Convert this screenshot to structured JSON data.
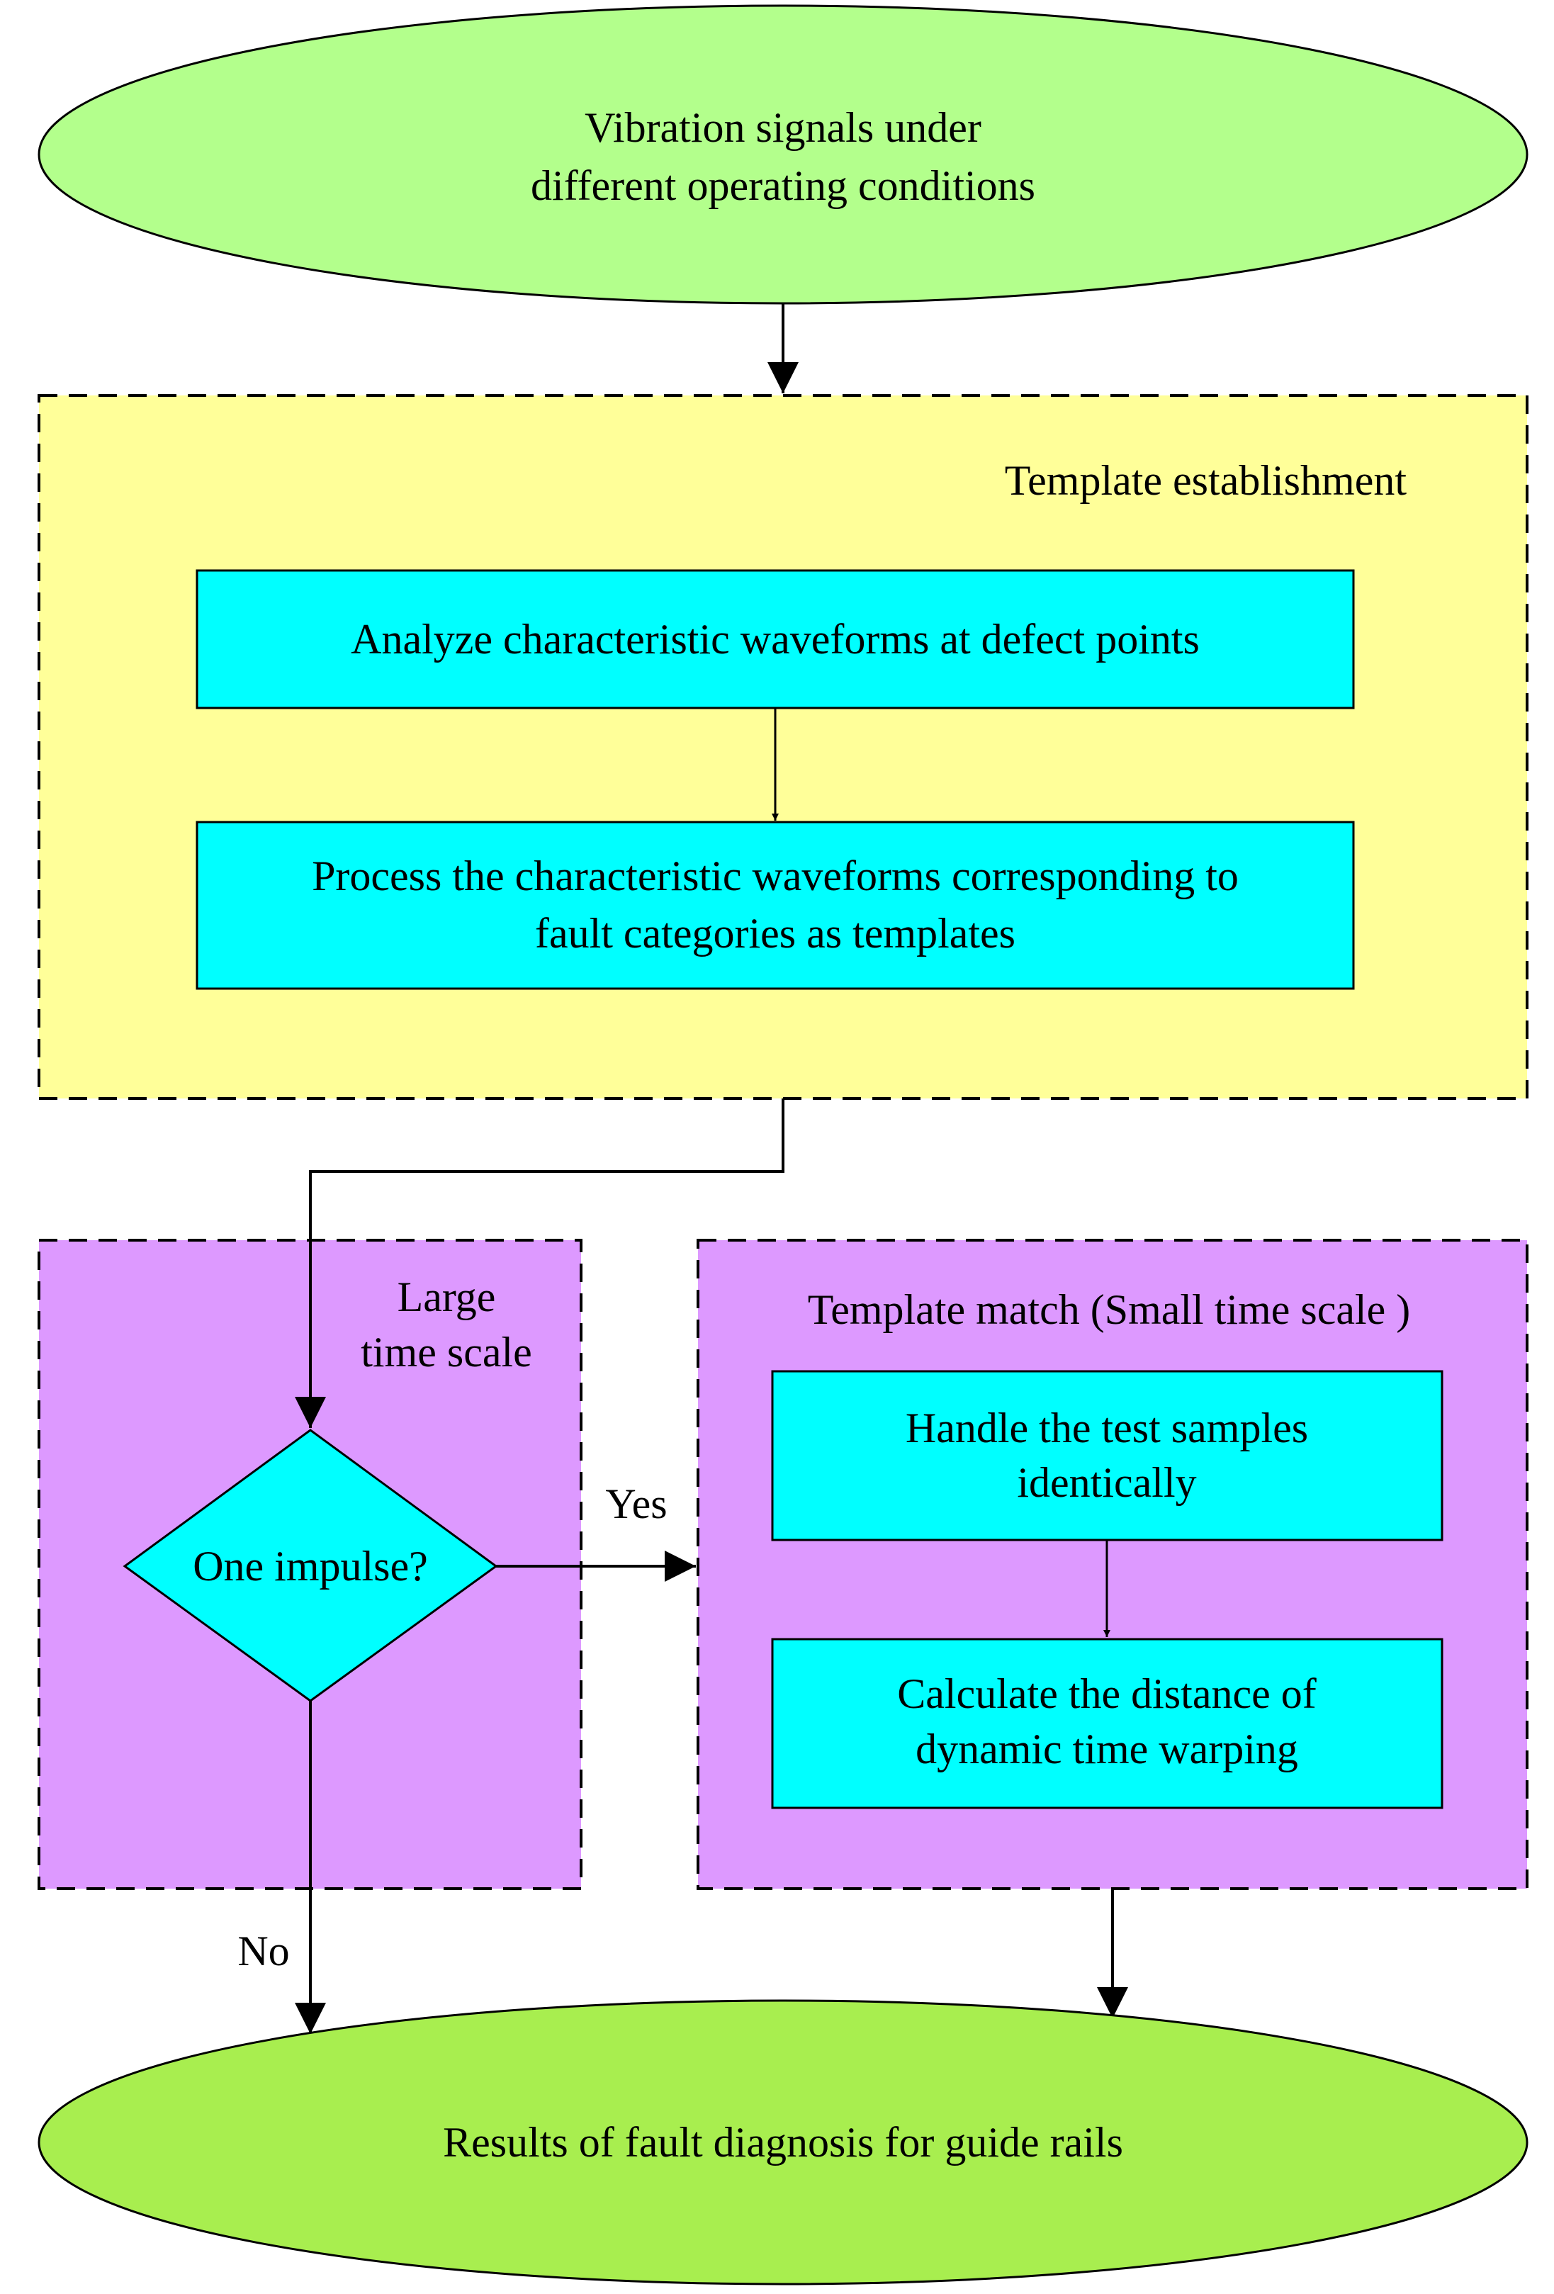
{
  "start": {
    "line1": "Vibration signals under",
    "line2": "different operating conditions"
  },
  "template_establishment": {
    "title": "Template establishment",
    "step1": "Analyze characteristic waveforms at defect points",
    "step2_line1": "Process the characteristic waveforms corresponding to",
    "step2_line2": "fault categories as templates"
  },
  "large_time_scale": {
    "title_line1": "Large",
    "title_line2": "time scale",
    "decision": "One impulse?"
  },
  "template_match": {
    "title": "Template match (Small time scale )",
    "step1_line1": "Handle the test samples",
    "step1_line2": "identically",
    "step2_line1": "Calculate the distance of",
    "step2_line2": "dynamic time warping"
  },
  "edges": {
    "yes_label": "Yes",
    "no_label": "No"
  },
  "end": {
    "label": "Results of fault diagnosis for guide rails"
  },
  "colors": {
    "terminal_fill": "#b3ff8c",
    "terminal_end_fill": "#a8ee4f",
    "group_yellow": "#ffff99",
    "group_purple": "#dd99ff",
    "process_fill": "#00ffff",
    "line": "#000000"
  }
}
